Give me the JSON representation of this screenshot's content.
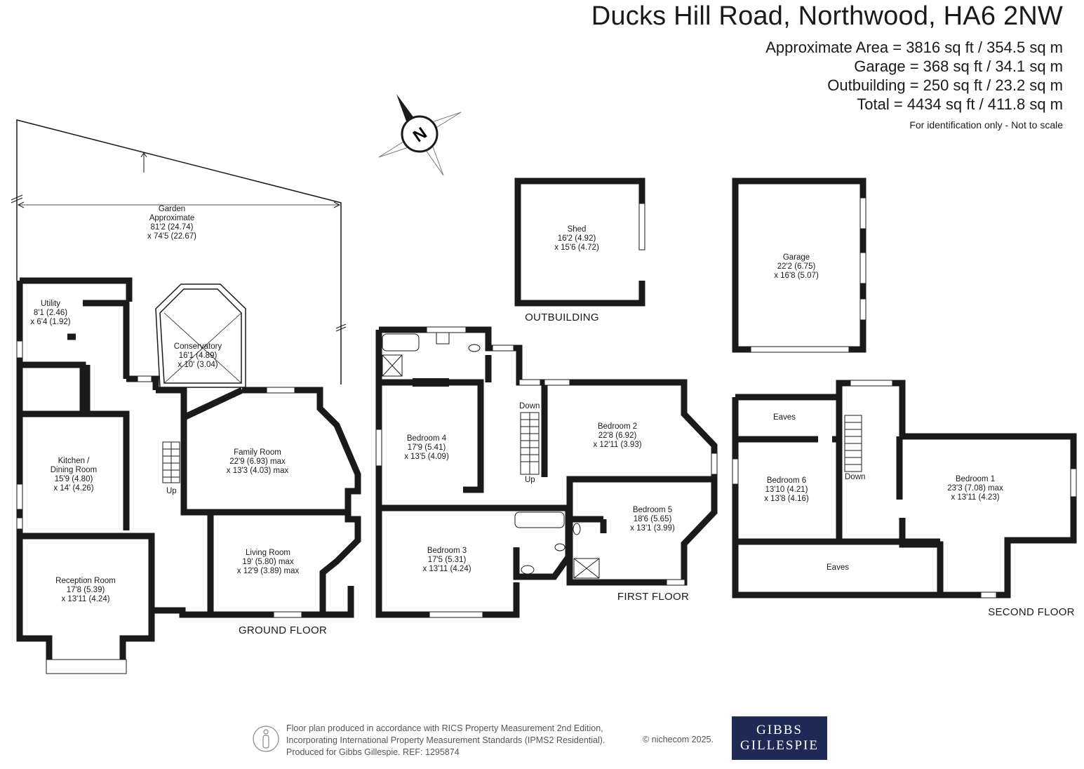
{
  "header": {
    "title": "Ducks Hill Road, Northwood, HA6 2NW",
    "areas": [
      "Approximate Area = 3816 sq ft / 354.5 sq m",
      "Garage = 368 sq ft / 34.1 sq m",
      "Outbuilding = 250 sq ft / 23.2 sq m",
      "Total = 4434 sq ft / 411.8 sq m"
    ],
    "note": "For identification only - Not to scale"
  },
  "compass": {
    "label": "N"
  },
  "floors": {
    "ground": "GROUND FLOOR",
    "first": "FIRST FLOOR",
    "second": "SECOND FLOOR",
    "outbuilding": "OUTBUILDING"
  },
  "rooms": {
    "garden": [
      "Garden",
      "Approximate",
      "81'2 (24.74)",
      "x 74'5 (22.67)"
    ],
    "utility": [
      "Utility",
      "8'1 (2.46)",
      "x 6'4 (1.92)"
    ],
    "conservatory": [
      "Conservatory",
      "16'1 (4.89)",
      "x 10' (3.04)"
    ],
    "kitchen": [
      "Kitchen /",
      "Dining Room",
      "15'9 (4.80)",
      "x 14' (4.26)"
    ],
    "family": [
      "Family Room",
      "22'9 (6.93) max",
      "x 13'3 (4.03) max"
    ],
    "living": [
      "Living Room",
      "19' (5.80) max",
      "x 12'9 (3.89) max"
    ],
    "reception": [
      "Reception Room",
      "17'8 (5.39)",
      "x 13'11 (4.24)"
    ],
    "shed": [
      "Shed",
      "16'2 (4.92)",
      "x 15'6 (4.72)"
    ],
    "garage": [
      "Garage",
      "22'2 (6.75)",
      "x 16'8 (5.07)"
    ],
    "bedroom4": [
      "Bedroom 4",
      "17'9 (5.41)",
      "x 13'5 (4.09)"
    ],
    "bedroom2": [
      "Bedroom 2",
      "22'8 (6.92)",
      "x 12'11 (3.93)"
    ],
    "bedroom3": [
      "Bedroom 3",
      "17'5 (5.31)",
      "x 13'11 (4.24)"
    ],
    "bedroom5": [
      "Bedroom 5",
      "18'6 (5.65)",
      "x 13'1 (3.99)"
    ],
    "bedroom6": [
      "Bedroom 6",
      "13'10 (4.21)",
      "x 13'8 (4.16)"
    ],
    "bedroom1": [
      "Bedroom 1",
      "23'3 (7.08) max",
      "x 13'11 (4.23)"
    ],
    "eaves_top": [
      "Eaves"
    ],
    "eaves_bottom": [
      "Eaves"
    ]
  },
  "stairs": {
    "up": "Up",
    "down": "Down"
  },
  "footer": {
    "lines": [
      "Floor plan produced in accordance with RICS Property Measurement 2nd Edition,",
      "Incorporating International Property Measurement Standards (IPMS2 Residential).",
      "Produced for Gibbs Gillespie.   REF:  1295874"
    ],
    "copyright": "© nichecom 2025.",
    "logo": [
      "GIBBS",
      "GILLESPIE"
    ]
  }
}
